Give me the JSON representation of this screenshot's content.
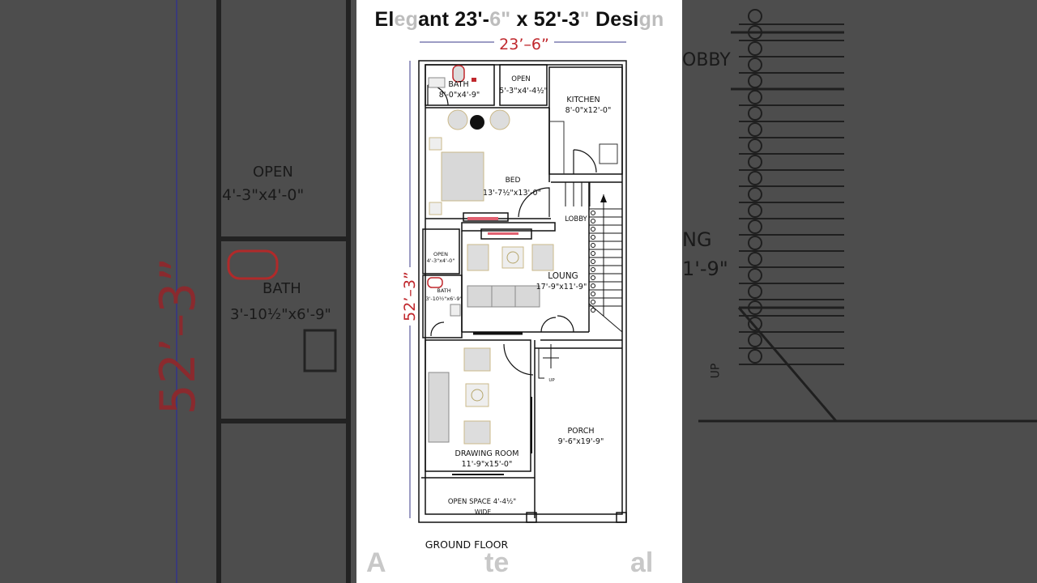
{
  "title": {
    "part1": "El",
    "part2": "eg",
    "part3": "ant 23'-",
    "part4": "6\"",
    "part5": " x 52'-3",
    "part6": "\"",
    "part7": " Desi",
    "part8": "gn"
  },
  "dimensions": {
    "width": "23’–6”",
    "length": "52’–3”"
  },
  "rooms": {
    "bath1": {
      "name": "BATH",
      "size": "8'-0\"x4'-9\""
    },
    "open1": {
      "name": "OPEN",
      "size": "5'-3\"x4'-4½\""
    },
    "kitchen": {
      "name": "KITCHEN",
      "size": "8'-0\"x12'-0\""
    },
    "bed": {
      "name": "BED",
      "size": "13'-7½\"x13'-0\""
    },
    "lobby": {
      "name": "LOBBY"
    },
    "open2": {
      "name": "OPEN",
      "size": "4'-3\"x4'-0\""
    },
    "bath2": {
      "name": "BATH",
      "size": "3'-10½\"x6'-9\""
    },
    "lounge": {
      "name": "LOUNG",
      "size": "17'-9\"x11'-9\""
    },
    "drawing": {
      "name": "DRAWING ROOM",
      "size": "11'-9\"x15'-0\""
    },
    "porch": {
      "name": "PORCH",
      "size": "9'-6\"x19'-9\""
    },
    "open_space": {
      "name": "OPEN SPACE 4'-4½\"",
      "sub": "WIDE"
    }
  },
  "stair_label": "UP",
  "floor_label": "GROUND FLOOR",
  "watermark": {
    "a": "A",
    "b": "te",
    "c": "al"
  },
  "background": {
    "left_open": "OPEN",
    "left_open_size": "4'-3\"x4'-0\"",
    "left_bath": "BATH",
    "left_bath_size": "3'-10½\"x6'-9\"",
    "left_dim": "52’–3”",
    "right_lobby": "OBBY",
    "right_loung": "NG",
    "right_size": "1'-9\"",
    "right_up": "UP"
  },
  "colors": {
    "dimension_text": "#c0282d",
    "dimension_line": "#3a3a8a",
    "wall": "#111111",
    "furniture": "#d8d8d8"
  }
}
